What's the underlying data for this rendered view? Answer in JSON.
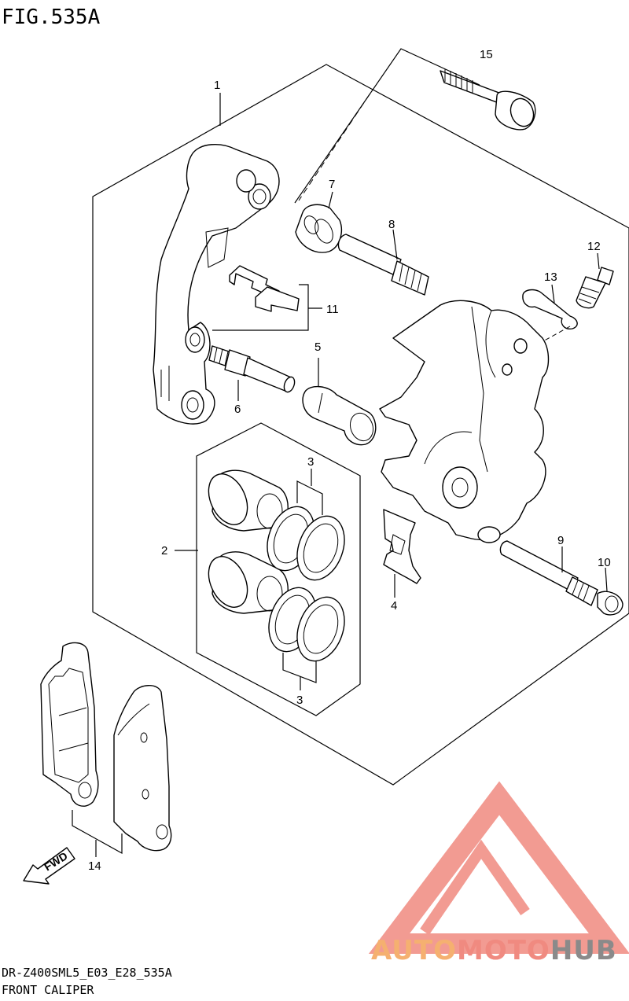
{
  "figure": {
    "title": "FIG.535A",
    "model_code": "DR-Z400SML5_E03_E28_535A",
    "subtitle": "FRONT CALIPER"
  },
  "callouts": {
    "c1": "1",
    "c2": "2",
    "c3a": "3",
    "c3b": "3",
    "c4": "4",
    "c5": "5",
    "c6": "6",
    "c7": "7",
    "c8": "8",
    "c9": "9",
    "c10": "10",
    "c11": "11",
    "c12": "12",
    "c13": "13",
    "c14": "14",
    "c15": "15"
  },
  "fwd_label": "FWD",
  "watermark": {
    "part1": "AUTO",
    "part2": "MOTO",
    "part3": "HUB",
    "colors": {
      "auto": "#f5b070",
      "moto": "#f08a80",
      "hub": "#8a8a8a",
      "logo": "#f07a70"
    }
  }
}
